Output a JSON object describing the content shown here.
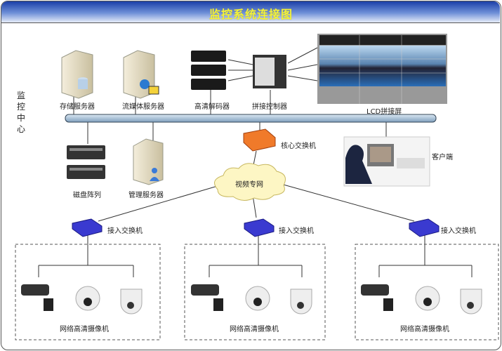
{
  "title": "监控系统连接图",
  "center_label": "监控中心",
  "nodes": {
    "storage_server": "存储服务器",
    "streaming_server": "流媒体服务器",
    "hd_decoder": "高清解码器",
    "splice_controller": "拼接控制器",
    "lcd_wall": "LCD拼接屏",
    "disk_array": "磁盘阵列",
    "mgmt_server": "管理服务器",
    "core_switch": "核心交换机",
    "network": "视频专网",
    "client": "客户端",
    "access_switch": "接入交换机",
    "camera_group": "网络高清摄像机"
  },
  "colors": {
    "title_bg": "#2a4fb0",
    "title_text": "#f2f23a",
    "bus": "#a9c4dc",
    "switch": "#3a3ad0",
    "core_switch": "#f07a2a"
  }
}
